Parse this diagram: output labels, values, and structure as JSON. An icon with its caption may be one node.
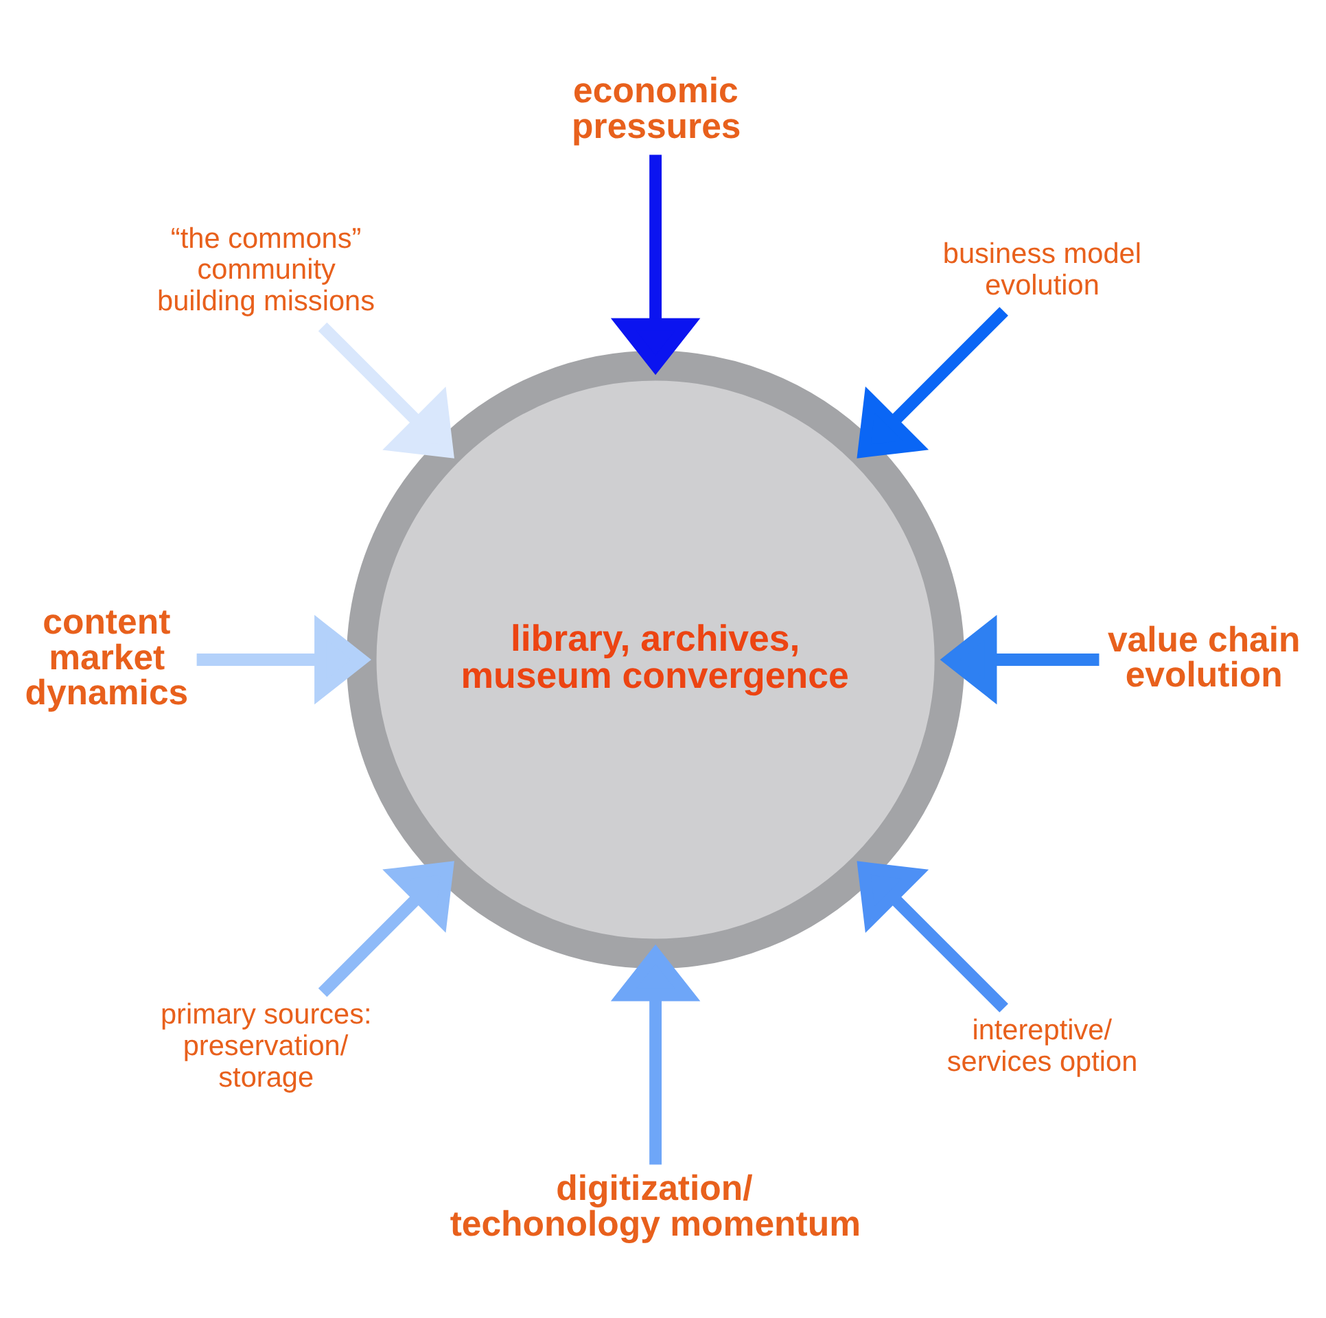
{
  "diagram": {
    "nodes": [
      {
        "text": [
          "economic pressures"
        ]
      },
      {
        "text": [
          "“the commons” community building missions"
        ]
      },
      {
        "text": [
          "business model evolution"
        ]
      },
      {
        "text": [
          "content market dynamics"
        ]
      },
      {
        "text": [
          "library, archives, museum convergence"
        ]
      },
      {
        "text": [
          "value chain evolution"
        ]
      },
      {
        "text": [
          "primary sources: preservation/ storage"
        ]
      },
      {
        "text": [
          "intereptive/ services option"
        ]
      },
      {
        "text": [
          "digitization/ techonology momentum"
        ]
      }
    ],
    "edges": [
      {
        "from": 0,
        "to": 4,
        "arrow": "to",
        "color": "#0b14f0"
      },
      {
        "from": 1,
        "to": 4,
        "arrow": "to",
        "color": "#d9e7fc"
      },
      {
        "from": 2,
        "to": 4,
        "arrow": "to",
        "color": "#0a66f5"
      },
      {
        "from": 3,
        "to": 4,
        "arrow": "to",
        "color": "#b3d1fa"
      },
      {
        "from": 5,
        "to": 4,
        "arrow": "to",
        "color": "#2e80f2"
      },
      {
        "from": 6,
        "to": 4,
        "arrow": "to",
        "color": "#8ebaf8"
      },
      {
        "from": 7,
        "to": 4,
        "arrow": "to",
        "color": "#4d90f5"
      },
      {
        "from": 8,
        "to": 4,
        "arrow": "to",
        "color": "#6ea6f8"
      }
    ]
  }
}
